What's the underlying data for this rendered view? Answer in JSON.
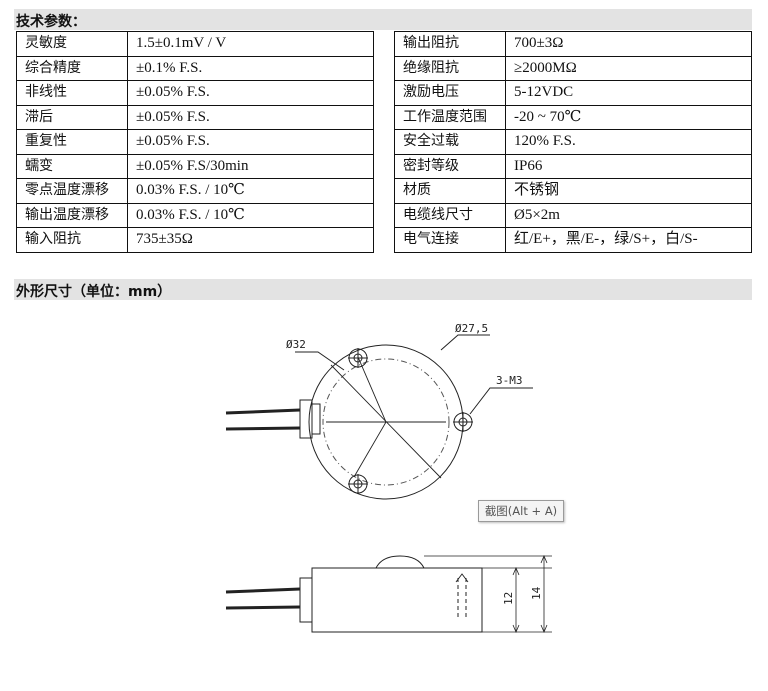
{
  "spec_section_title": "技术参数：",
  "dims_section_title": "外形尺寸（单位：mm）",
  "left_specs": [
    {
      "label": "灵敏度",
      "value": "1.5±0.1mV / V"
    },
    {
      "label": "综合精度",
      "value": "±0.1% F.S."
    },
    {
      "label": "非线性",
      "value": "±0.05% F.S."
    },
    {
      "label": "滞后",
      "value": "±0.05% F.S."
    },
    {
      "label": "重复性",
      "value": "±0.05% F.S."
    },
    {
      "label": "蠕变",
      "value": "±0.05% F.S/30min"
    },
    {
      "label": "零点温度漂移",
      "value": "0.03% F.S. / 10℃"
    },
    {
      "label": "输出温度漂移",
      "value": "0.03% F.S. / 10℃"
    },
    {
      "label": "输入阻抗",
      "value": "735±35Ω"
    }
  ],
  "right_specs": [
    {
      "label": "输出阻抗",
      "value": "700±3Ω"
    },
    {
      "label": "绝缘阻抗",
      "value": "≥2000MΩ"
    },
    {
      "label": "激励电压",
      "value": "5-12VDC"
    },
    {
      "label": "工作温度范围",
      "value": "-20 ~ 70℃"
    },
    {
      "label": "安全过载",
      "value": "120% F.S."
    },
    {
      "label": "密封等级",
      "value": "IP66"
    },
    {
      "label": "材质",
      "value": "不锈钢"
    },
    {
      "label": "电缆线尺寸",
      "value": "Ø5×2m"
    },
    {
      "label": "电气连接",
      "value": "红/E+，黑/E-，绿/S+，白/S-"
    }
  ],
  "drawing": {
    "outer_diameter_label": "Ø32",
    "bolt_circle_label": "Ø27,5",
    "holes_label": "3-M3",
    "inner_height_label": "12",
    "total_height_label": "14"
  },
  "tooltip_text": "截图(Alt + A)"
}
